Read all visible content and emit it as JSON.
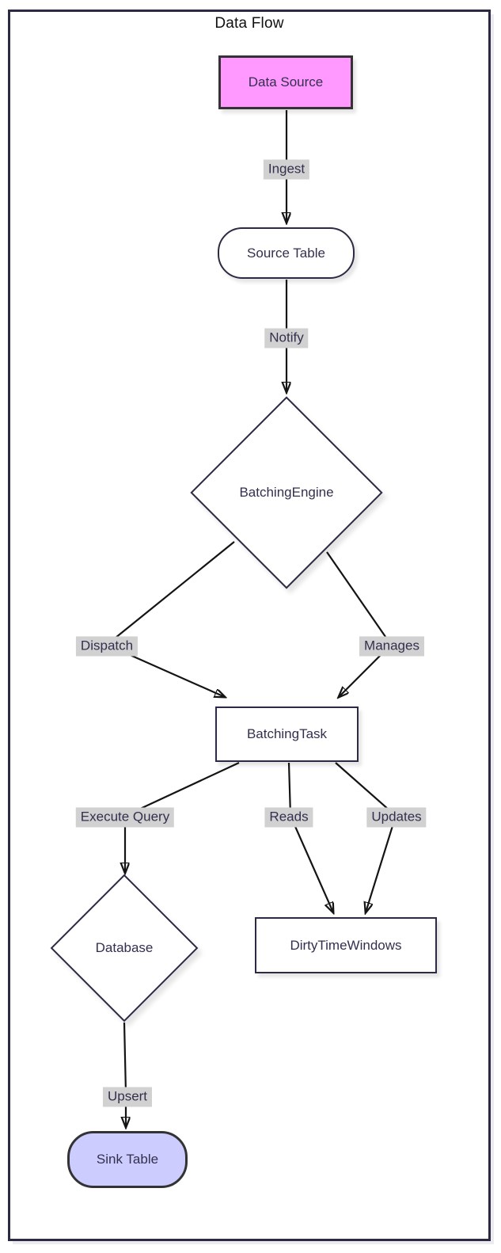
{
  "diagram": {
    "title": "Data Flow",
    "type": "flowchart"
  },
  "colors": {
    "data_source_fill": "#ff99ff",
    "sink_table_fill": "#ccccff",
    "styled_border": "#333333",
    "node_border": "#2c2a44",
    "node_text": "#33304e",
    "label_bg": "#d1d1d1",
    "edge_stroke": "#141414"
  },
  "nodes": [
    {
      "id": "data-source",
      "label": "Data Source",
      "shape": "rectangle"
    },
    {
      "id": "source-table",
      "label": "Source Table",
      "shape": "stadium"
    },
    {
      "id": "batching-engine",
      "label": "BatchingEngine",
      "shape": "diamond"
    },
    {
      "id": "batching-task",
      "label": "BatchingTask",
      "shape": "rectangle"
    },
    {
      "id": "database",
      "label": "Database",
      "shape": "diamond"
    },
    {
      "id": "dirty-time-windows",
      "label": "DirtyTimeWindows",
      "shape": "rectangle"
    },
    {
      "id": "sink-table",
      "label": "Sink Table",
      "shape": "stadium"
    }
  ],
  "edges": [
    {
      "from": "data-source",
      "to": "source-table",
      "label": "Ingest"
    },
    {
      "from": "source-table",
      "to": "batching-engine",
      "label": "Notify"
    },
    {
      "from": "batching-engine",
      "to": "batching-task",
      "label": "Dispatch"
    },
    {
      "from": "batching-engine",
      "to": "batching-task",
      "label": "Manages"
    },
    {
      "from": "batching-task",
      "to": "database",
      "label": "Execute Query"
    },
    {
      "from": "batching-task",
      "to": "dirty-time-windows",
      "label": "Reads"
    },
    {
      "from": "batching-task",
      "to": "dirty-time-windows",
      "label": "Updates"
    },
    {
      "from": "database",
      "to": "sink-table",
      "label": "Upsert"
    }
  ]
}
